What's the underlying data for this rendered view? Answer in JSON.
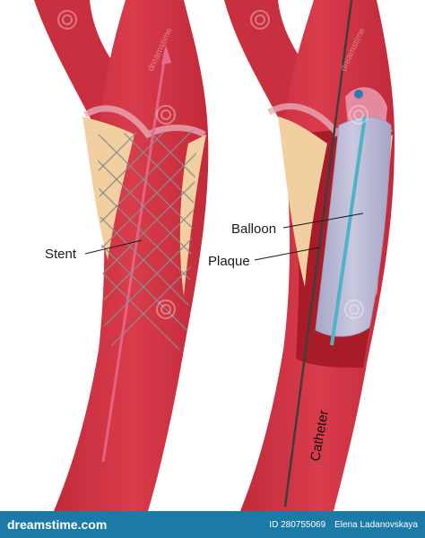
{
  "labels": {
    "stent": "Stent",
    "balloon": "Balloon",
    "plaque": "Plaque",
    "catheter": "Catheter"
  },
  "watermark": "dreamstime",
  "footer": {
    "brand": "dreamstime.com",
    "id_text": "ID 280755069",
    "author": "Elena Ladanovskaya"
  },
  "colors": {
    "vessel": "#cf3545",
    "vessel_inner": "#b8202e",
    "plaque": "#f2cfa0",
    "balloon": "#b9b9d4",
    "footer": "#1c7aa6"
  }
}
